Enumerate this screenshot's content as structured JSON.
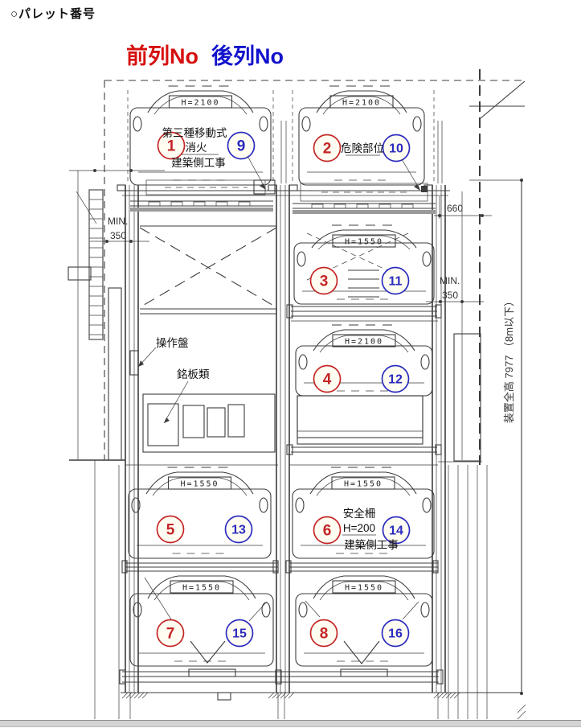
{
  "title": "○パレット番号",
  "legend": {
    "front_label": "前列No",
    "back_label": "後列No",
    "front_color": "#d60f0f",
    "back_color": "#1212cc"
  },
  "pallets": [
    {
      "height_label": "H=2100",
      "front_no": "1",
      "back_no": "9",
      "notes": [
        "第三種移動式",
        "消火",
        "建築側工事"
      ]
    },
    {
      "height_label": "H=2100",
      "front_no": "2",
      "back_no": "10",
      "notes": [
        "危険部位"
      ]
    },
    {
      "height_label": "H=1550",
      "front_no": "3",
      "back_no": "11",
      "notes": []
    },
    {
      "height_label": "H=2100",
      "front_no": "4",
      "back_no": "12",
      "notes": []
    },
    {
      "height_label": "H=1550",
      "front_no": "5",
      "back_no": "13",
      "notes": []
    },
    {
      "height_label": "H=1550",
      "front_no": "6",
      "back_no": "14",
      "notes": [
        "安全柵",
        "H=200",
        "建築側工事"
      ]
    },
    {
      "height_label": "H=1550",
      "front_no": "7",
      "back_no": "15",
      "notes": []
    },
    {
      "height_label": "H=1550",
      "front_no": "8",
      "back_no": "16",
      "notes": []
    }
  ],
  "annotations": {
    "operation_panel": "操作盤",
    "nameplates": "銘板類",
    "min_clearance_left": {
      "line1": "MIN.",
      "line2": "350"
    },
    "min_clearance_right": {
      "line1": "MIN.",
      "line2": "350"
    },
    "dim_top_right": "660",
    "total_height": "装置全高 7977 （8m以下）"
  },
  "colors": {
    "front_number": "#c42525",
    "back_number": "#2b2bbf",
    "line": "#3c3c3c"
  }
}
